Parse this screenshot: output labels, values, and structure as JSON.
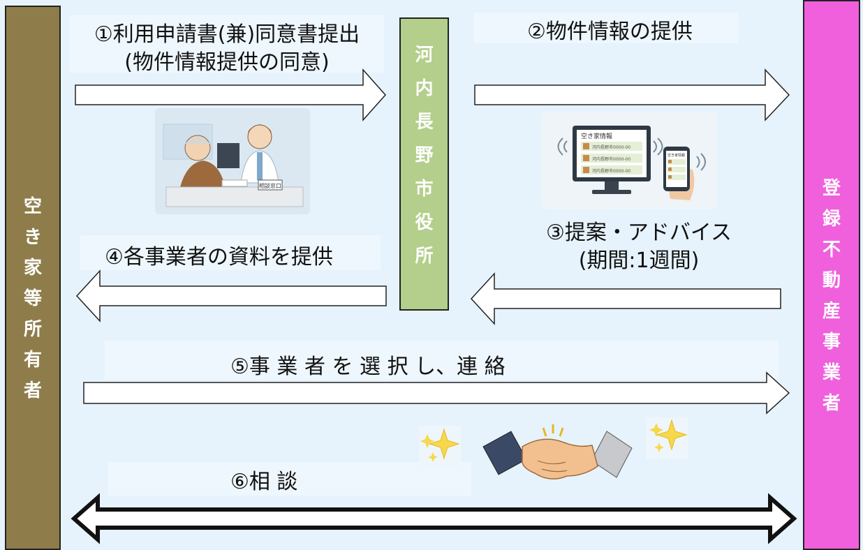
{
  "owner": {
    "chars": [
      "空",
      "き",
      "家",
      "等",
      "所",
      "有",
      "者"
    ]
  },
  "city": {
    "chars": [
      "河",
      "内",
      "長",
      "野",
      "市",
      "役",
      "所"
    ]
  },
  "agency": {
    "chars": [
      "登",
      "録",
      "不",
      "動",
      "産",
      "事",
      "業",
      "者"
    ]
  },
  "steps": {
    "s1_line1": "①利用申請書(兼)同意書提出",
    "s1_line2": "(物件情報提供の同意)",
    "s2": "②物件情報の提供",
    "s3_line1": "③提案・アドバイス",
    "s3_line2": "(期間:1週間)",
    "s4": "④各事業者の資料を提供",
    "s5": "⑤事 業 者 を 選 択 し、連 絡",
    "s6": "⑥相 談"
  },
  "illustrations": {
    "counter": {
      "sign": "相談窓口"
    },
    "screens": {
      "monitor_title": "空き家情報",
      "phone_title": "空き家情報",
      "rows": [
        "河内長野市0000-00",
        "河内長野市0000-00",
        "河内長野市0000-00"
      ]
    }
  },
  "colors": {
    "owner": "#8e7d4a",
    "city": "#b3cf8b",
    "agency": "#f060dc",
    "background": "#e6f3fc"
  }
}
